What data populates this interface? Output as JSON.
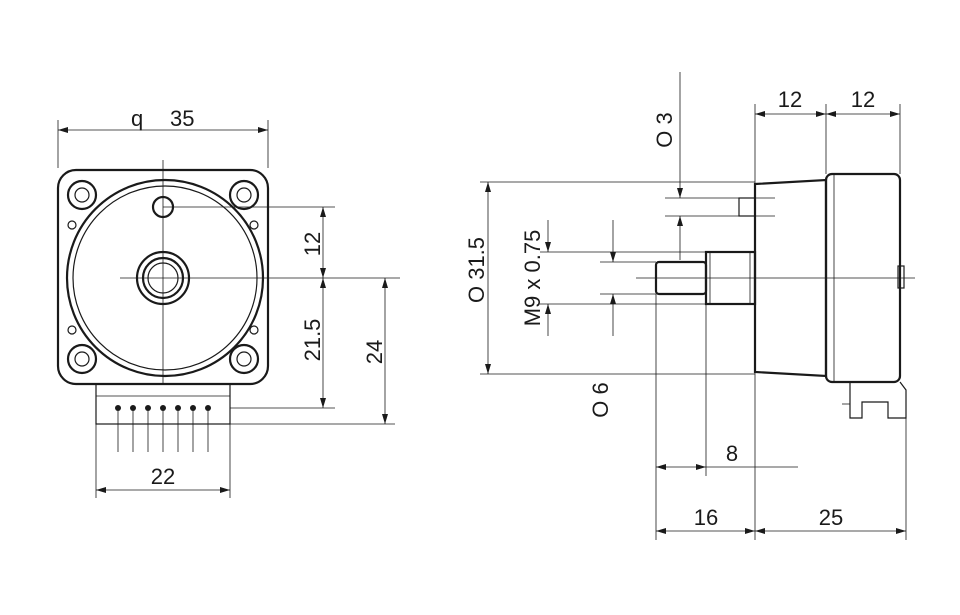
{
  "front_view": {
    "width_symbol": "q",
    "width_value": "35",
    "dim_12": "12",
    "dim_21_5": "21.5",
    "dim_24": "24",
    "dim_22": "22"
  },
  "side_view": {
    "dim_top_left": "12",
    "dim_top_right": "12",
    "dia_3": "O 3",
    "dia_31_5": "O 31.5",
    "thread": "M9 x 0.75",
    "dia_6": "O 6",
    "dim_8": "8",
    "dim_16": "16",
    "dim_25": "25"
  },
  "colors": {
    "line": "#1a1a1a",
    "background": "#ffffff"
  }
}
